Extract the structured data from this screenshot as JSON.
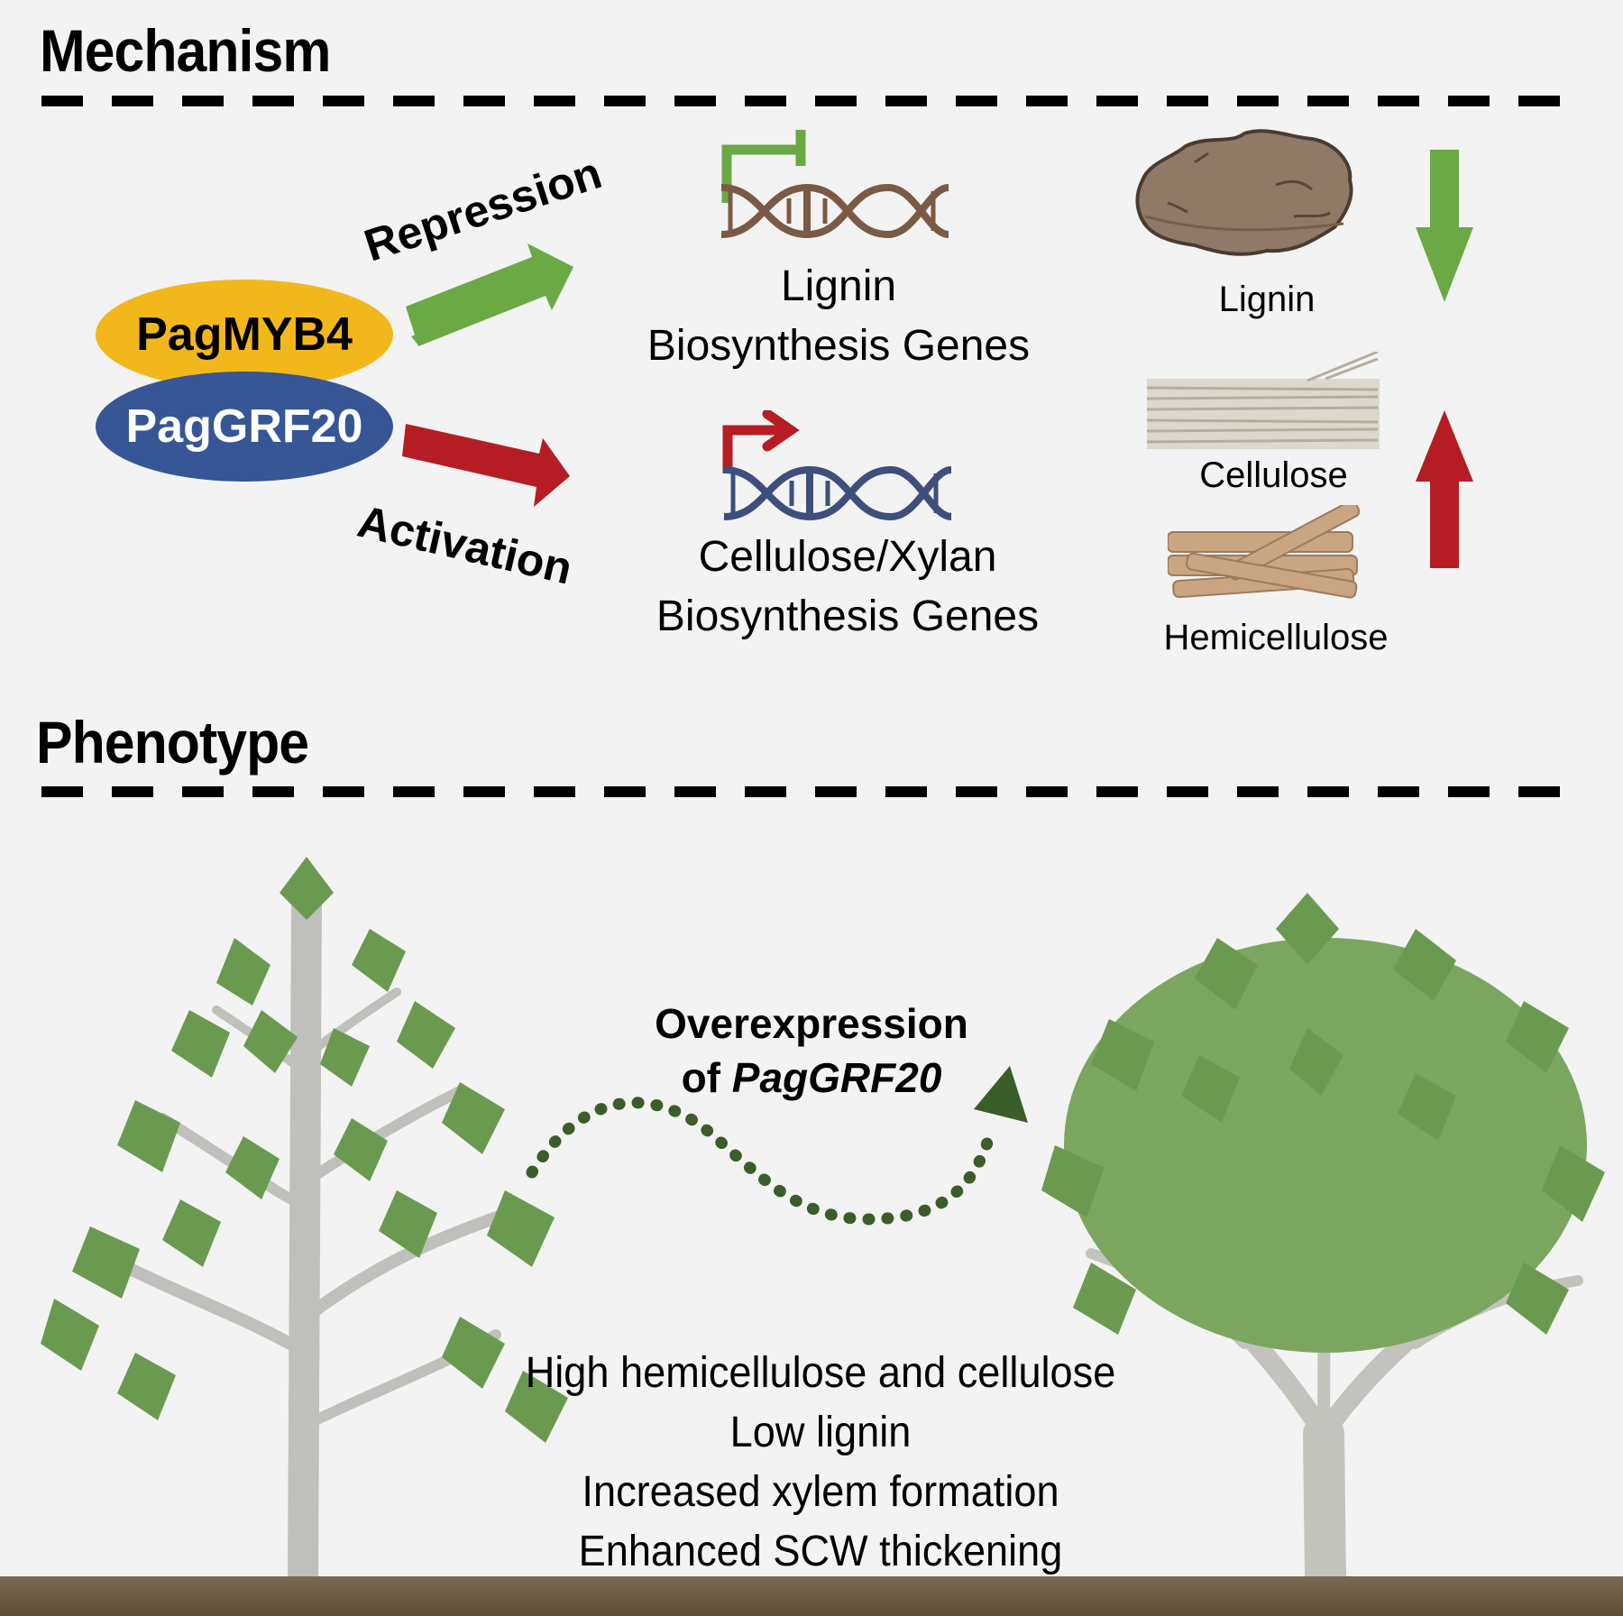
{
  "mechanism": {
    "title": "Mechanism",
    "regulators": [
      {
        "label": "PagMYB4",
        "color": "#f2b71b",
        "text_color": "#000000"
      },
      {
        "label": "PagGRF20",
        "color": "#365695",
        "text_color": "#ffffff"
      }
    ],
    "repression": {
      "label": "Repression",
      "color": "#6aa944"
    },
    "activation": {
      "label": "Activation",
      "color": "#b51c23"
    },
    "lignin_genes": {
      "line1": "Lignin",
      "line2": "Biosynthesis Genes",
      "dna_color": "#7b5a45",
      "promoter": "repressed"
    },
    "cellulose_genes": {
      "line1": "Cellulose/Xylan",
      "line2": "Biosynthesis Genes",
      "dna_color": "#3e4f7c",
      "promoter": "activated"
    },
    "polymers": [
      {
        "label": "Lignin",
        "change": "down"
      },
      {
        "label": "Cellulose",
        "change": "up"
      },
      {
        "label": "Hemicellulose",
        "change": "up"
      }
    ],
    "down_arrow_color": "#6aa944",
    "up_arrow_color": "#b51c23"
  },
  "phenotype": {
    "title": "Phenotype",
    "overexpression_line1": "Overexpression",
    "overexpression_prefix": "of ",
    "overexpression_gene": "PagGRF20",
    "traits": [
      "High hemicellulose and cellulose",
      "Low lignin",
      "Increased xylem formation",
      "Enhanced SCW thickening"
    ],
    "arrow_color": "#3b5d2a",
    "trees": [
      {
        "state": "wild-type"
      },
      {
        "state": "overexpression"
      }
    ]
  }
}
